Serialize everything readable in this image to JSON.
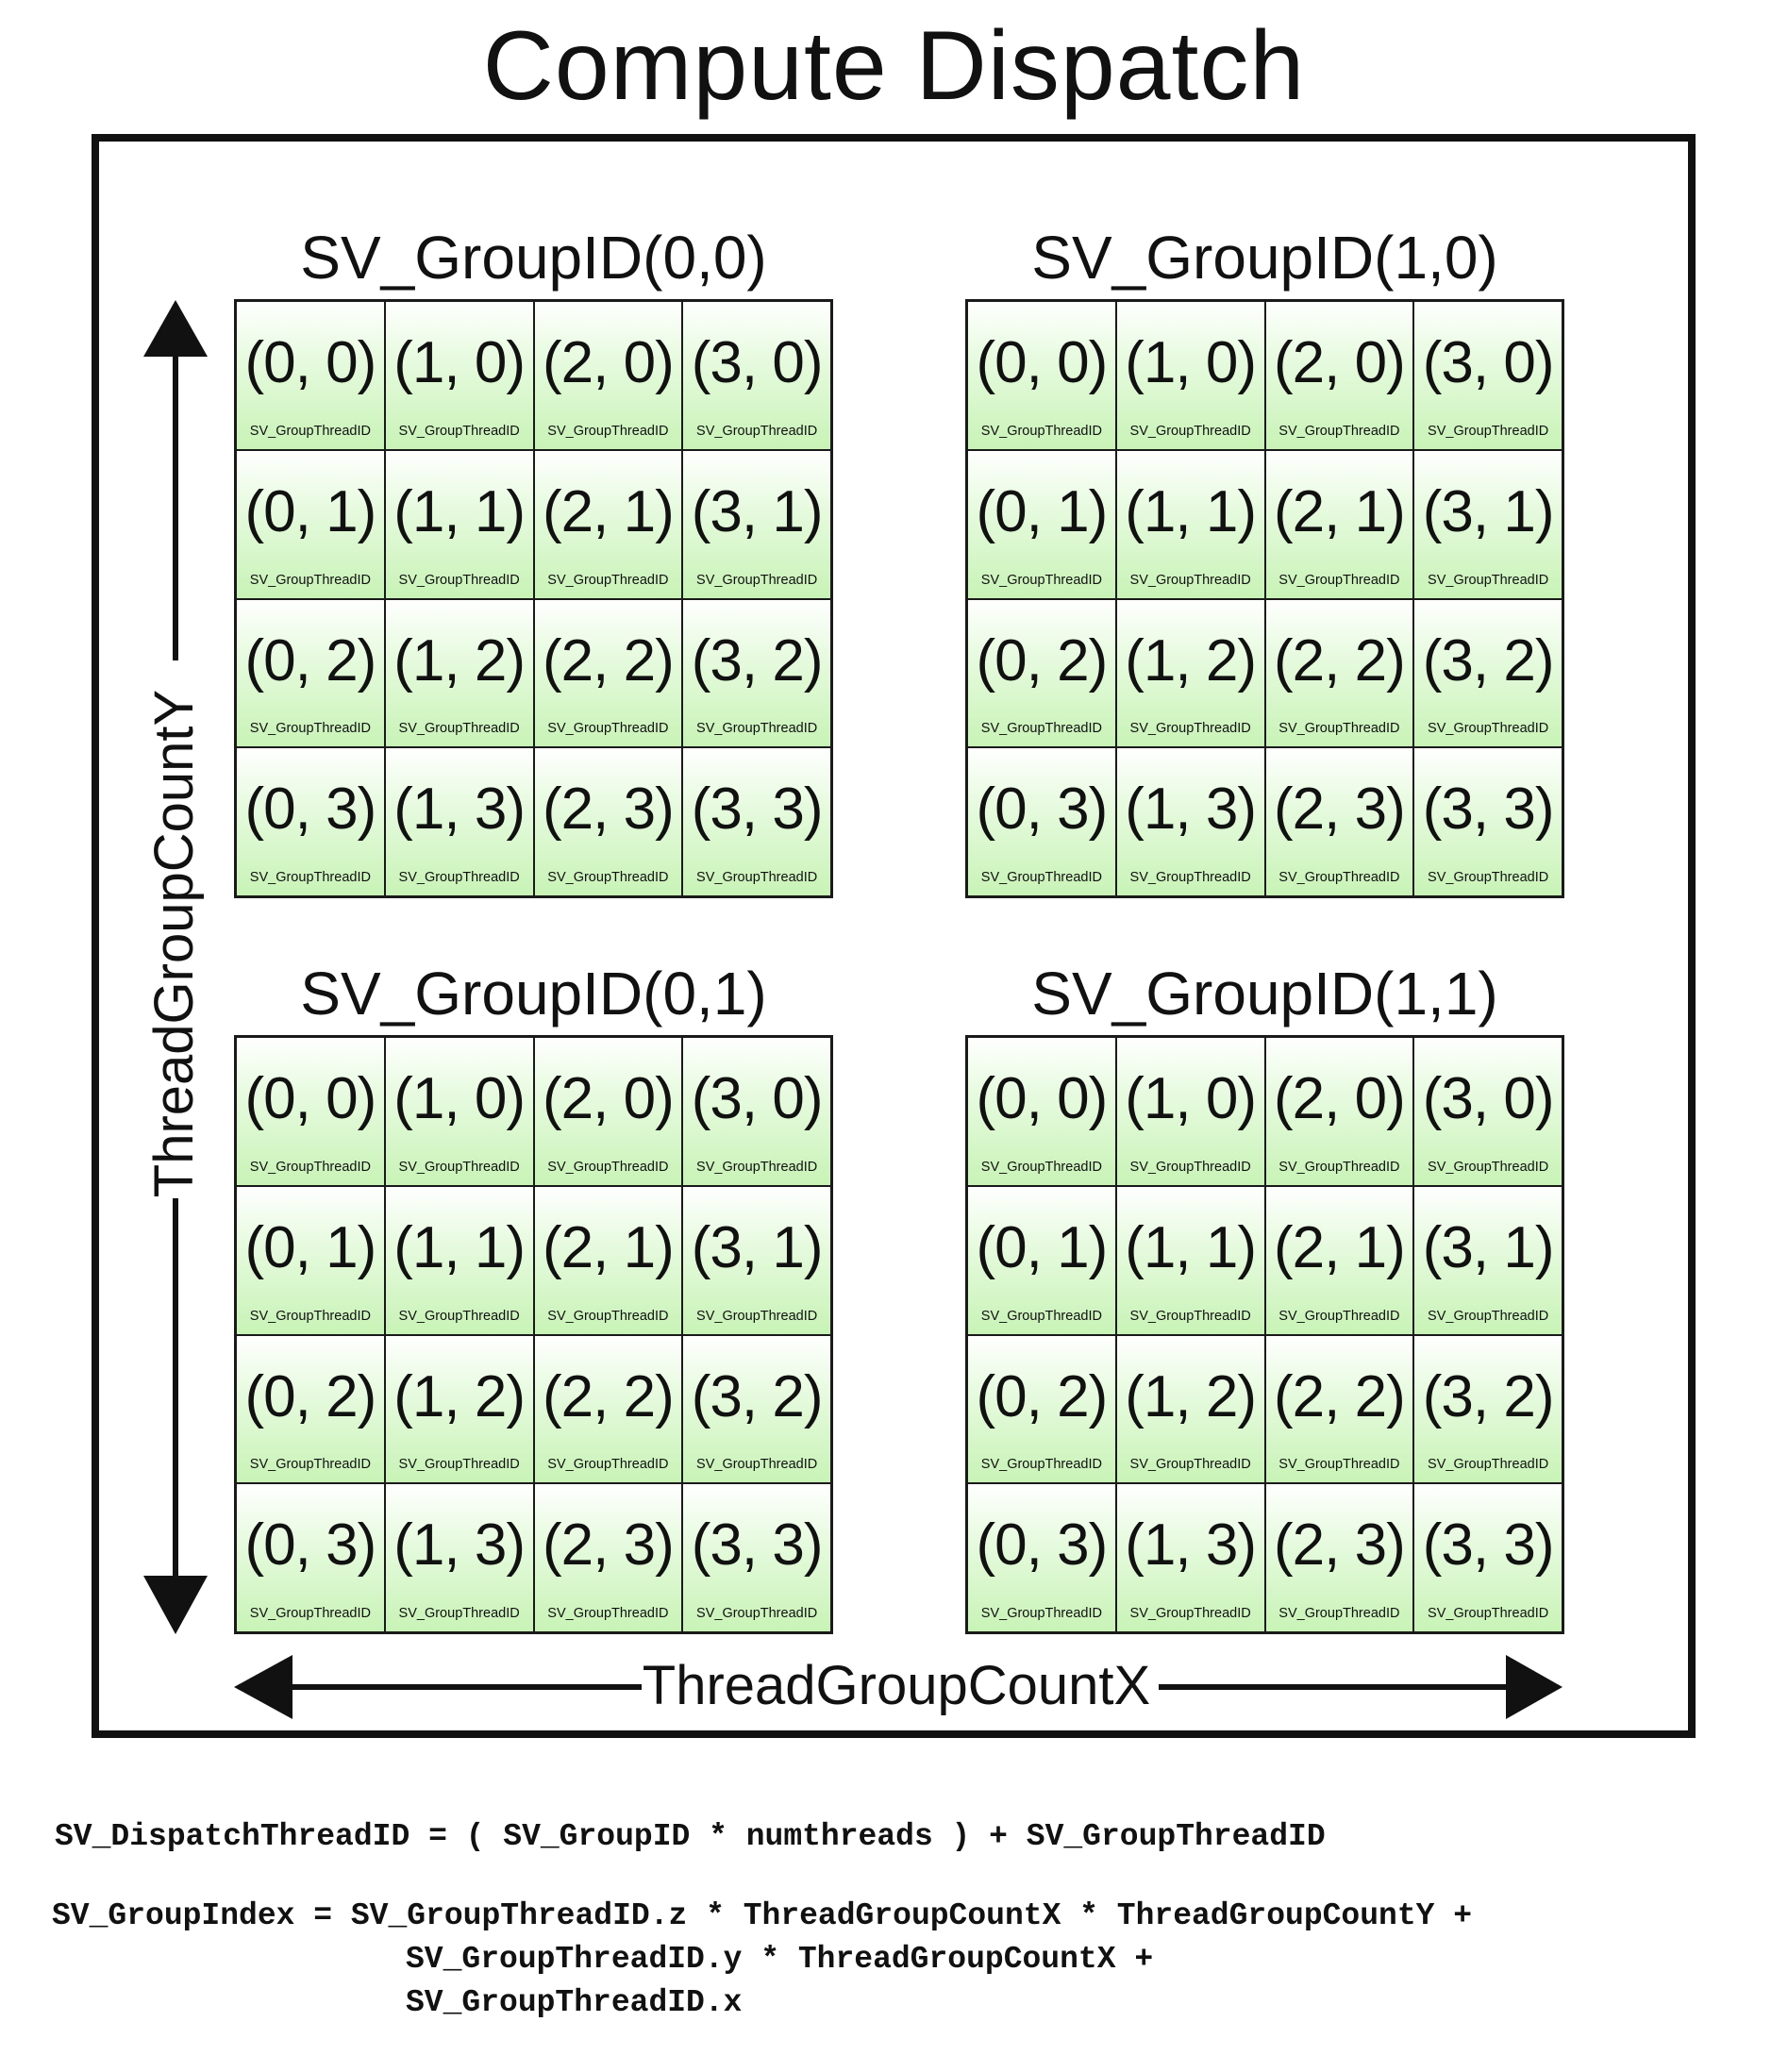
{
  "title": "Compute Dispatch",
  "cell_sublabel": "SV_GroupThreadID",
  "groups": [
    {
      "label": "SV_GroupID(0,0)"
    },
    {
      "label": "SV_GroupID(1,0)"
    },
    {
      "label": "SV_GroupID(0,1)"
    },
    {
      "label": "SV_GroupID(1,1)"
    }
  ],
  "thread_rows": [
    [
      "(0, 0)",
      "(1, 0)",
      "(2, 0)",
      "(3, 0)"
    ],
    [
      "(0, 1)",
      "(1, 1)",
      "(2, 1)",
      "(3, 1)"
    ],
    [
      "(0, 2)",
      "(1, 2)",
      "(2, 2)",
      "(3, 2)"
    ],
    [
      "(0, 3)",
      "(1, 3)",
      "(2, 3)",
      "(3, 3)"
    ]
  ],
  "axis_x_label": "ThreadGroupCountX",
  "axis_y_label": "ThreadGroupCountY",
  "formulas": {
    "dispatch_thread_id": "SV_DispatchThreadID = ( SV_GroupID * numthreads ) + SV_GroupThreadID",
    "group_index_line1": "SV_GroupIndex = SV_GroupThreadID.z * ThreadGroupCountX * ThreadGroupCountY +",
    "group_index_line2": "SV_GroupThreadID.y * ThreadGroupCountX +",
    "group_index_line3": "SV_GroupThreadID.x"
  },
  "colors": {
    "cell_fill_top": "#ffffff",
    "cell_fill_bottom": "#c8f3b6",
    "stroke": "#111111"
  }
}
